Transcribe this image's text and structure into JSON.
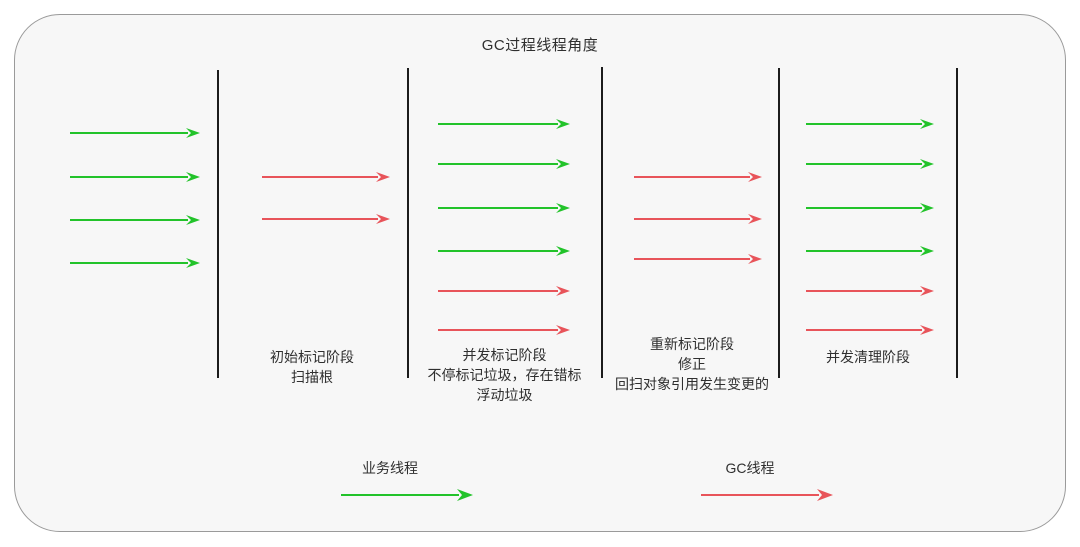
{
  "diagram": {
    "title": "GC过程线程角度",
    "background_color": "#f7f7f7",
    "border_color": "#9a9a9a",
    "divider_color": "#1c1c1c",
    "colors": {
      "business_thread": "#22c32a",
      "gc_thread": "#e8545a"
    },
    "stages": [
      {
        "id": "stage-1",
        "label_lines": [
          "初始标记阶段",
          "扫描根"
        ],
        "label_line_1": "初始标记阶段",
        "label_line_2": "扫描根",
        "label_line_3": "",
        "green_arrows": 0,
        "red_arrows": 2
      },
      {
        "id": "stage-2",
        "label_lines": [
          "并发标记阶段",
          "不停标记垃圾，存在错标",
          "浮动垃圾"
        ],
        "label_line_1": "并发标记阶段",
        "label_line_2": "不停标记垃圾，存在错标",
        "label_line_3": "浮动垃圾",
        "green_arrows": 4,
        "red_arrows": 2
      },
      {
        "id": "stage-3",
        "label_lines": [
          "重新标记阶段",
          "修正",
          "回扫对象引用发生变更的"
        ],
        "label_line_1": "重新标记阶段",
        "label_line_2": "修正",
        "label_line_3": "回扫对象引用发生变更的",
        "green_arrows": 0,
        "red_arrows": 3
      },
      {
        "id": "stage-4",
        "label_lines": [
          "并发清理阶段"
        ],
        "label_line_1": "并发清理阶段",
        "label_line_2": "",
        "label_line_3": "",
        "green_arrows": 4,
        "red_arrows": 2
      }
    ],
    "pre_gc": {
      "id": "pre-gc-column",
      "green_arrows": 4,
      "red_arrows": 0
    },
    "legend": [
      {
        "label": "业务线程",
        "color": "#22c32a"
      },
      {
        "label": "GC线程",
        "color": "#e8545a"
      }
    ]
  }
}
